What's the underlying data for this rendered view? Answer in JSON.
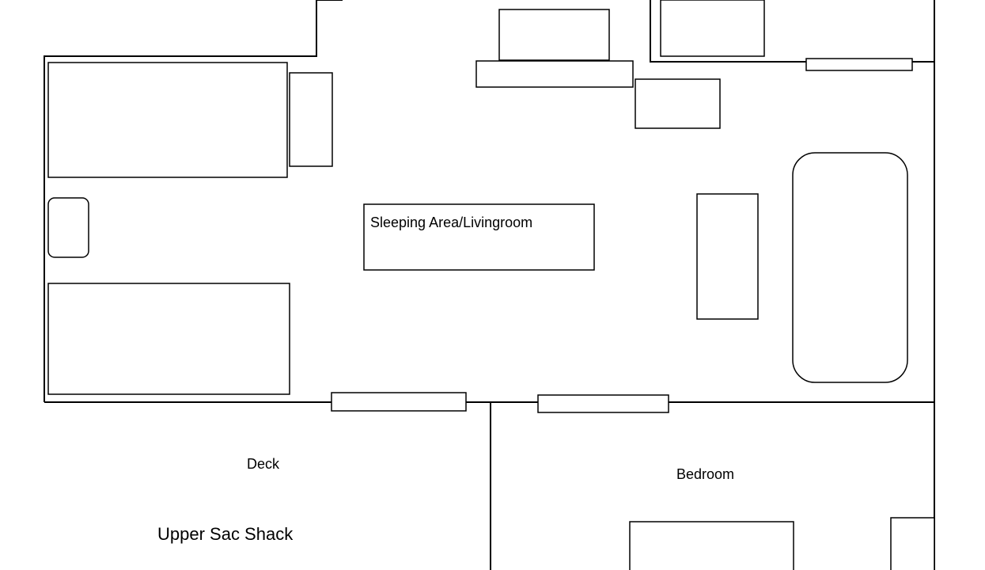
{
  "labels": {
    "living": "Sleeping Area/Livingroom",
    "deck": "Deck",
    "bedroom": "Bedroom",
    "title": "Upper Sac Shack"
  },
  "colors": {
    "line": "#000000",
    "background": "#ffffff"
  }
}
